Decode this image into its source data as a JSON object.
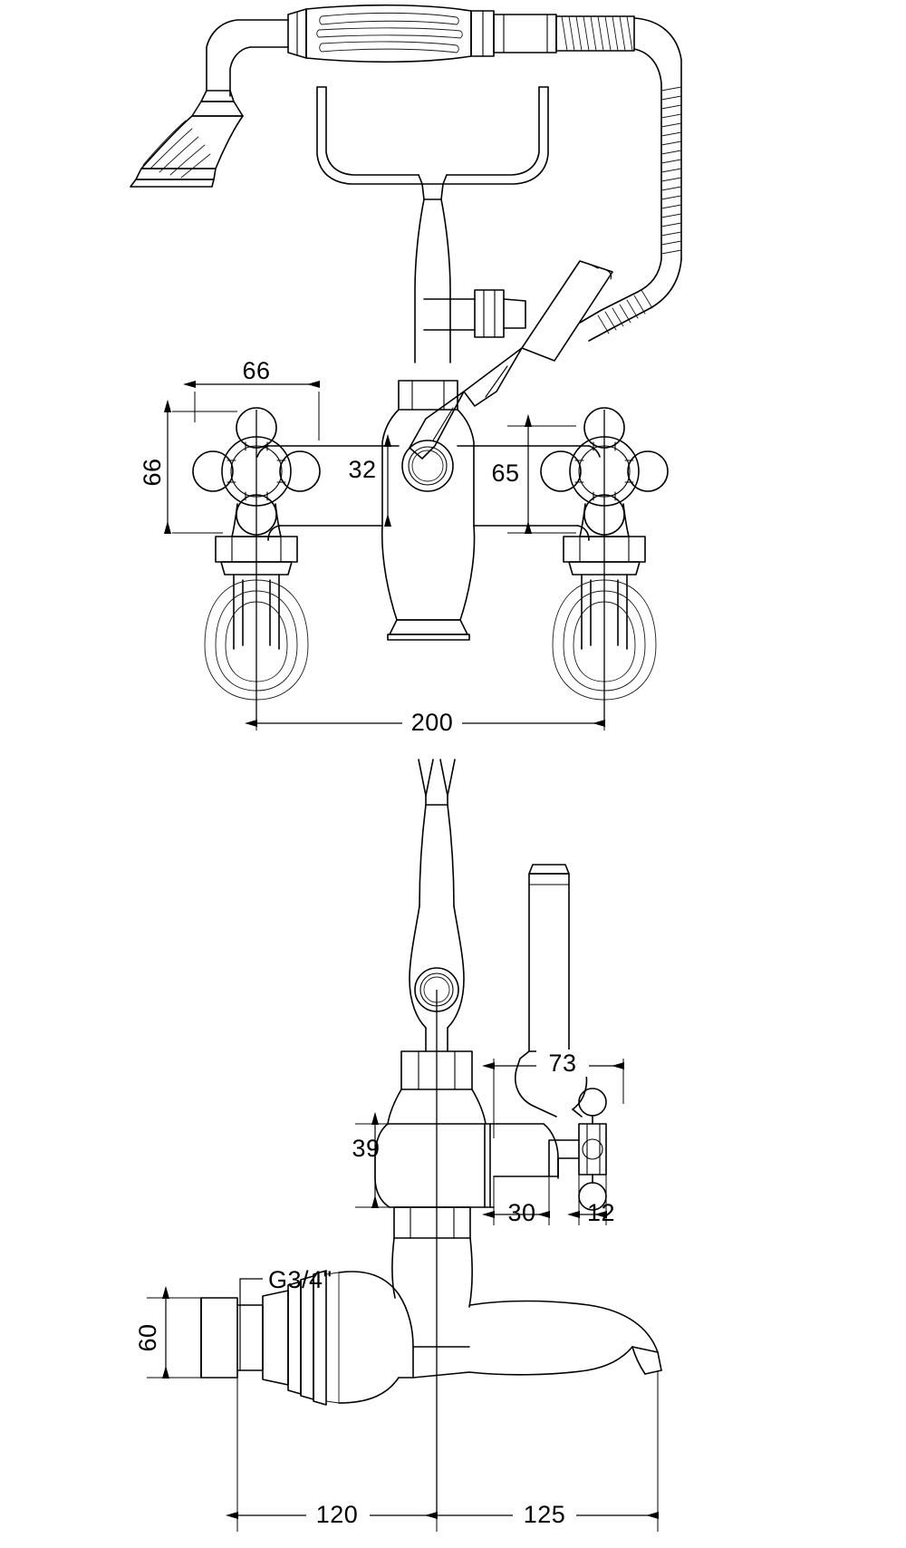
{
  "drawing": {
    "kind": "technical-line-drawing",
    "subject": "Traditional bath shower mixer tap - two orthographic views",
    "background_color": "#ffffff",
    "line_color": "#000000",
    "views": [
      {
        "id": "front-elevation",
        "label": "",
        "components": [
          "shower-handset",
          "shower-rose",
          "flexible-hose",
          "handset-cradle",
          "diverter-lever",
          "left-crosshead-handle",
          "right-crosshead-handle",
          "central-spout-body",
          "wall-flange-left",
          "wall-flange-right"
        ]
      },
      {
        "id": "side-elevation",
        "label": "",
        "components": [
          "handset-cradle-side",
          "diverter-lever-side",
          "crosshead-handle-side",
          "body-side",
          "wall-inlet-union",
          "spout-side"
        ]
      }
    ]
  },
  "dimensions": {
    "units": "mm",
    "front_view": [
      {
        "name": "handle-centre-to-spout-centre-horizontal",
        "value": "66",
        "orientation": "horizontal"
      },
      {
        "name": "handle-height-vertical",
        "value": "66",
        "orientation": "vertical"
      },
      {
        "name": "spout-top-offset",
        "value": "32",
        "orientation": "vertical"
      },
      {
        "name": "body-height-right",
        "value": "65",
        "orientation": "vertical"
      },
      {
        "name": "inlet-centres",
        "value": "200",
        "orientation": "horizontal"
      }
    ],
    "side_view": [
      {
        "name": "lever-projection",
        "value": "73",
        "orientation": "horizontal"
      },
      {
        "name": "body-height",
        "value": "39",
        "orientation": "vertical"
      },
      {
        "name": "handle-projection",
        "value": "30",
        "orientation": "horizontal"
      },
      {
        "name": "handle-knob-projection",
        "value": "12",
        "orientation": "horizontal"
      },
      {
        "name": "inlet-thread-callout",
        "value": "G3/4\"",
        "orientation": "leader"
      },
      {
        "name": "inlet-centre-height",
        "value": "60",
        "orientation": "vertical"
      },
      {
        "name": "wall-to-body-centre",
        "value": "120",
        "orientation": "horizontal"
      },
      {
        "name": "body-centre-to-spout-end",
        "value": "125",
        "orientation": "horizontal"
      }
    ]
  }
}
